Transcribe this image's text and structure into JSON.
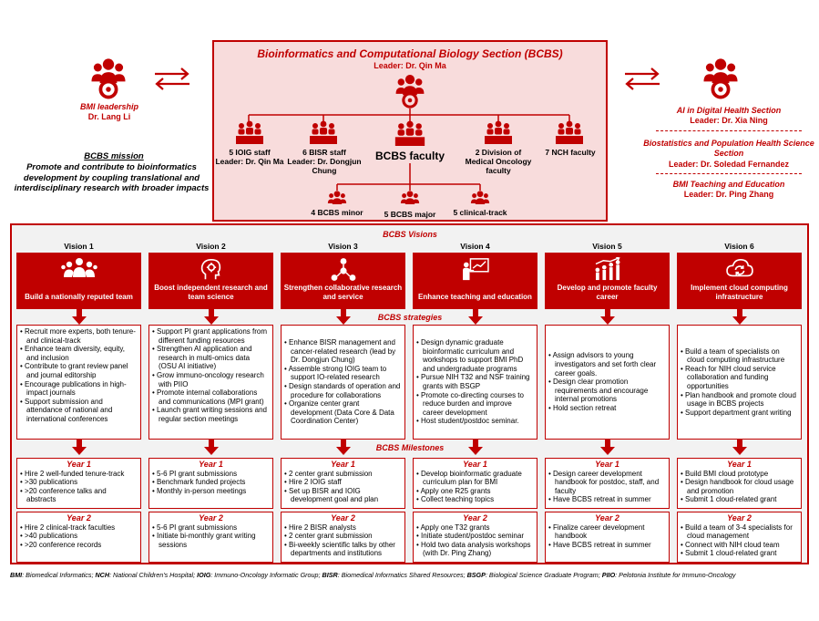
{
  "bcbs": {
    "title": "Bioinformatics and Computational Biology Section (BCBS)",
    "leader": "Leader: Dr. Qin Ma",
    "units": [
      {
        "label": "5 IOIG staff\nLeader: Dr. Qin Ma"
      },
      {
        "label": "6 BISR staff\nLeader: Dr. Dongjun Chung"
      },
      {
        "label": "BCBS faculty"
      },
      {
        "label": "2 Division of Medical Oncology faculty"
      },
      {
        "label": "7 NCH faculty"
      }
    ],
    "sub_units": [
      {
        "label": "4 BCBS minor"
      },
      {
        "label": "5 BCBS major"
      },
      {
        "label": "5 clinical-track"
      }
    ]
  },
  "left": {
    "leadership_title": "BMI leadership",
    "leadership_name": "Dr. Lang Li",
    "mission_title": "BCBS mission",
    "mission_text": "Promote and contribute to bioinformatics development by coupling translational and interdisciplinary research with broader impacts"
  },
  "right": {
    "sections": [
      {
        "name": "AI in Digital Health Section",
        "leader": "Leader: Dr. Xia Ning"
      },
      {
        "name": "Biostatistics and Population Health Science Section",
        "leader": "Leader: Dr. Soledad Fernandez"
      },
      {
        "name": "BMI Teaching and Education",
        "leader": "Leader: Dr. Ping Zhang"
      }
    ]
  },
  "visions_label": "BCBS Visions",
  "strategies_label": "BCBS strategies",
  "milestones_label": "BCBS Milestones",
  "visions": [
    {
      "title": "Vision 1",
      "icon": "team-icon",
      "label": "Build a nationally reputed team",
      "strategies": [
        "Recruit more experts, both tenure- and clinical-track",
        "Enhance team diversity, equity, and inclusion",
        "Contribute to grant review panel and journal editorship",
        "Encourage publications in high-impact journals",
        "Support submission and attendance of national and international conferences"
      ],
      "year1_label": "Year 1",
      "year1": [
        "Hire 2 well-funded tenure-track",
        ">30 publications",
        ">20 conference talks and abstracts"
      ],
      "year2_label": "Year 2",
      "year2": [
        "Hire 2 clinical-track faculties",
        ">40 publications",
        ">20 conference records"
      ]
    },
    {
      "title": "Vision 2",
      "icon": "brain-gear-icon",
      "label": "Boost independent research and team science",
      "strategies": [
        "Support PI grant applications from different funding resources",
        "Strengthen AI application and research in multi-omics data (OSU AI initiative)",
        "Grow immuno-oncology research with PIIO",
        "Promote internal collaborations and communications (MPI grant)",
        "Launch grant writing sessions and regular section meetings"
      ],
      "year1_label": "Year 1",
      "year1": [
        "5-6 PI grant submissions",
        "Benchmark funded projects",
        "Monthly in-person meetings"
      ],
      "year2_label": "Year 2",
      "year2": [
        "5-6 PI grant submissions",
        "Initiate bi-monthly grant writing sessions"
      ]
    },
    {
      "title": "Vision 3",
      "icon": "collaboration-icon",
      "label": "Strengthen collaborative research and service",
      "strategies": [
        "Enhance BISR management and cancer-related research (lead by Dr. Dongjun Chung)",
        "Assemble strong IOIG team to support IO-related research",
        "Design standards of operation and procedure for collaborations",
        "Organize center grant development (Data Core & Data Coordination Center)"
      ],
      "year1_label": "Year 1",
      "year1": [
        "2 center grant submission",
        "Hire 2 IOIG staff",
        "Set up BISR and IOIG development goal and plan"
      ],
      "year2_label": "Year 2",
      "year2": [
        "Hire 2 BISR analysts",
        "2 center grant submission",
        "Bi-weekly scientific talks by other departments and institutions"
      ]
    },
    {
      "title": "Vision 4",
      "icon": "teacher-icon",
      "label": "Enhance teaching and education",
      "strategies": [
        "Design dynamic graduate bioinformatic curriculum and workshops to support BMI PhD and undergraduate programs",
        "Pursue NIH T32 and NSF training grants with BSGP",
        "Promote co-directing courses to reduce burden and improve career development",
        "Host student/postdoc seminar."
      ],
      "year1_label": "Year 1",
      "year1": [
        "Develop bioinformatic graduate curriculum plan for BMI",
        "Apply one R25 grants",
        "Collect teaching topics"
      ],
      "year2_label": "Year 2",
      "year2": [
        "Apply one T32 grants",
        "Initiate student/postdoc seminar",
        "Hold two data analysis workshops (with Dr. Ping Zhang)"
      ]
    },
    {
      "title": "Vision 5",
      "icon": "career-growth-icon",
      "label": "Develop and promote faculty career",
      "strategies": [
        "Assign advisors to young investigators and set forth clear career goals.",
        "Design clear promotion requirements and encourage internal promotions",
        "Hold section retreat"
      ],
      "year1_label": "Year 1",
      "year1": [
        "Design career development handbook for postdoc, staff, and faculty",
        "Have BCBS retreat in summer"
      ],
      "year2_label": "Year 2",
      "year2": [
        "Finalize career development handbook",
        "Have BCBS retreat in summer"
      ]
    },
    {
      "title": "Vision 6",
      "icon": "cloud-sync-icon",
      "label": "Implement cloud computing infrastructure",
      "strategies": [
        "Build a team of specialists on cloud computing infrastructure",
        "Reach for NIH cloud service collaboration and funding opportunities",
        "Plan handbook and promote cloud usage in BCBS projects",
        "Support department grant writing"
      ],
      "year1_label": "Year 1",
      "year1": [
        "Build BMI cloud prototype",
        "Design handbook for cloud usage and promotion",
        "Submit 1 cloud-related grant"
      ],
      "year2_label": "Year 2",
      "year2": [
        "Build a team of 3-4 specialists for cloud management",
        "Connect with NIH cloud team",
        "Submit 1 cloud-related grant"
      ]
    }
  ],
  "footnote": [
    {
      "abbr": "BMI",
      "full": ": Biomedical Informatics; "
    },
    {
      "abbr": "NCH",
      "full": ": National Children's Hospital; "
    },
    {
      "abbr": "IOIG",
      "full": ": Immuno-Oncology Informatic Group; "
    },
    {
      "abbr": "BISR",
      "full": ": Biomedical Informatics Shared Resources; "
    },
    {
      "abbr": "BSGP",
      "full": ": Biological Science Graduate Program; "
    },
    {
      "abbr": "PIIO",
      "full": ": Pelotonia Institute for Immuno-Oncology"
    }
  ],
  "colors": {
    "accent": "#c00000",
    "bcbs_bg": "#f8dcdc",
    "visions_bg": "#f2f2f2"
  }
}
